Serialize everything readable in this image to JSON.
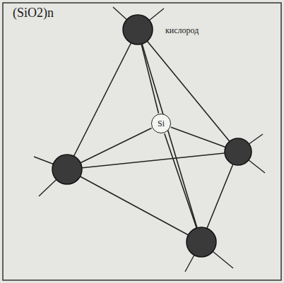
{
  "diagram": {
    "title": "(SiO2)n",
    "nodes": [
      {
        "text": [
          "Si"
        ]
      }
    ],
    "labels": [
      "кислород"
    ]
  }
}
